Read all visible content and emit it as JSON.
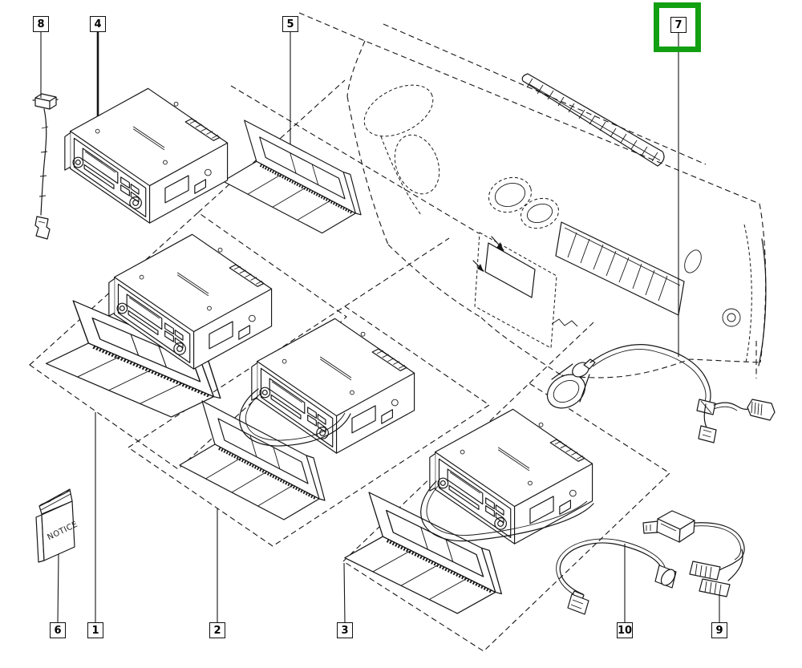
{
  "figure": {
    "notice_label": "NOTICE",
    "highlight_color": "#12A012",
    "selected_callout": "7"
  },
  "callouts": {
    "c1": {
      "label": "1"
    },
    "c2": {
      "label": "2"
    },
    "c3": {
      "label": "3"
    },
    "c4": {
      "label": "4"
    },
    "c5": {
      "label": "5"
    },
    "c6": {
      "label": "6"
    },
    "c7": {
      "label": "7"
    },
    "c8": {
      "label": "8"
    },
    "c9": {
      "label": "9"
    },
    "c10": {
      "label": "10"
    }
  }
}
